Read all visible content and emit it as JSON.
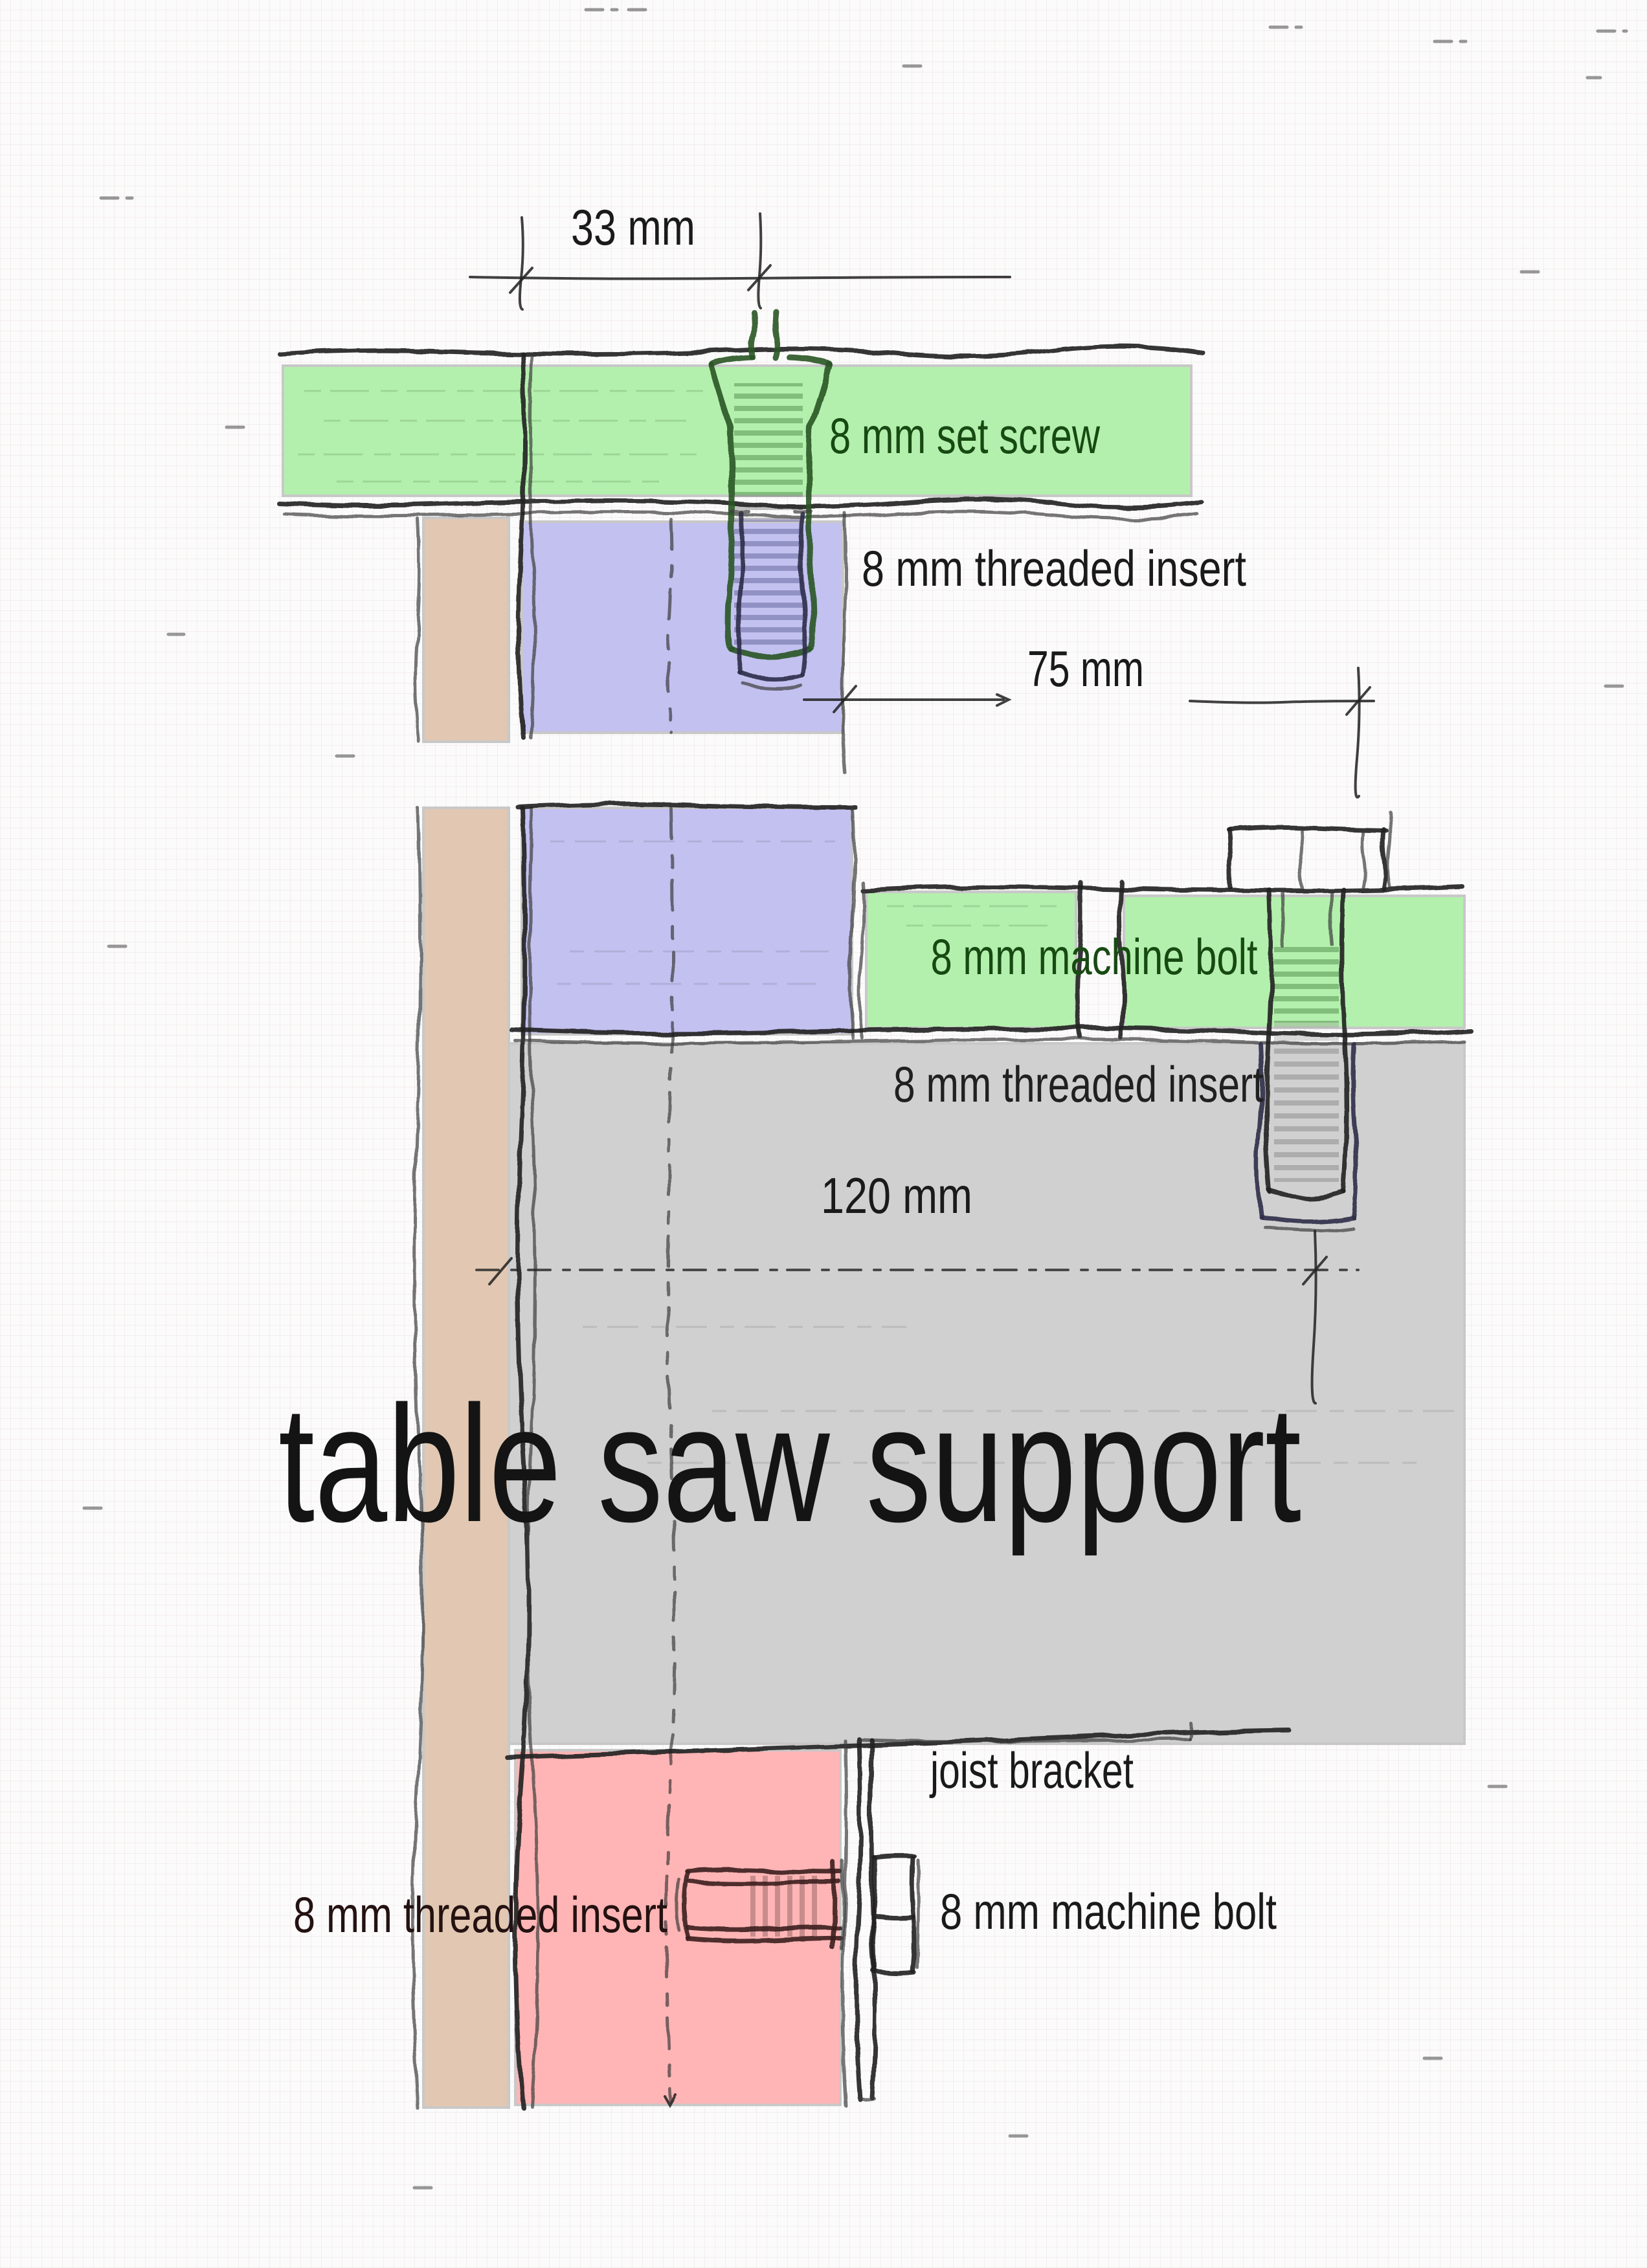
{
  "title": "table saw support",
  "colors": {
    "board_green": "#b4f0ad",
    "joist_purple": "#c3c1f0",
    "stud_tan": "#e2c8b2",
    "bracket_pink": "#ffb5b5",
    "support_gray": "#d1d0d0",
    "label_dark_green": "#174a12",
    "label_black": "#1a1a1a",
    "label_dark": "#202020",
    "label_maroon": "#241111",
    "title_black": "#141414",
    "thread_green": "#4e8a4a",
    "thread_blue": "#6a6aa0",
    "thread_gray": "#8f8f8f",
    "thread_pink": "#9a6a6a"
  },
  "figure_top": {
    "width_dimension": "33 mm",
    "set_screw_label": "8 mm set screw",
    "threaded_insert_label": "8 mm threaded insert",
    "depth_dimension": "75 mm"
  },
  "figure_middle": {
    "machine_bolt_label": "8 mm machine bolt",
    "threaded_insert_label": "8 mm threaded insert",
    "height_dimension": "120 mm"
  },
  "figure_bottom": {
    "bracket_label": "joist bracket",
    "threaded_insert_label": "8 mm threaded insert",
    "machine_bolt_label": "8 mm machine bolt"
  }
}
